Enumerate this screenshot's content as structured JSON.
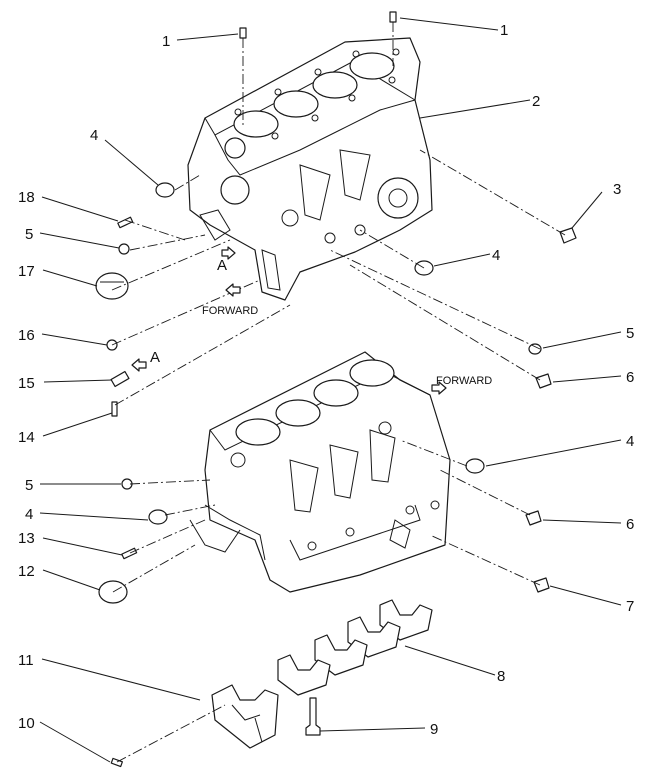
{
  "callouts": {
    "c1_left": "1",
    "c1_right": "1",
    "c2": "2",
    "c3": "3",
    "c4_a": "4",
    "c4_b": "4",
    "c4_c": "4",
    "c4_d": "4",
    "c5_a": "5",
    "c5_b": "5",
    "c5_c": "5",
    "c6_a": "6",
    "c6_b": "6",
    "c7": "7",
    "c8": "8",
    "c9": "9",
    "c10": "10",
    "c11": "11",
    "c12": "12",
    "c13": "13",
    "c14": "14",
    "c15": "15",
    "c16": "16",
    "c17": "17",
    "c18": "18"
  },
  "labels": {
    "forward_top": "FORWARD",
    "forward_bottom": "FORWARD",
    "view_a_top": "A",
    "view_a_small": "A"
  }
}
